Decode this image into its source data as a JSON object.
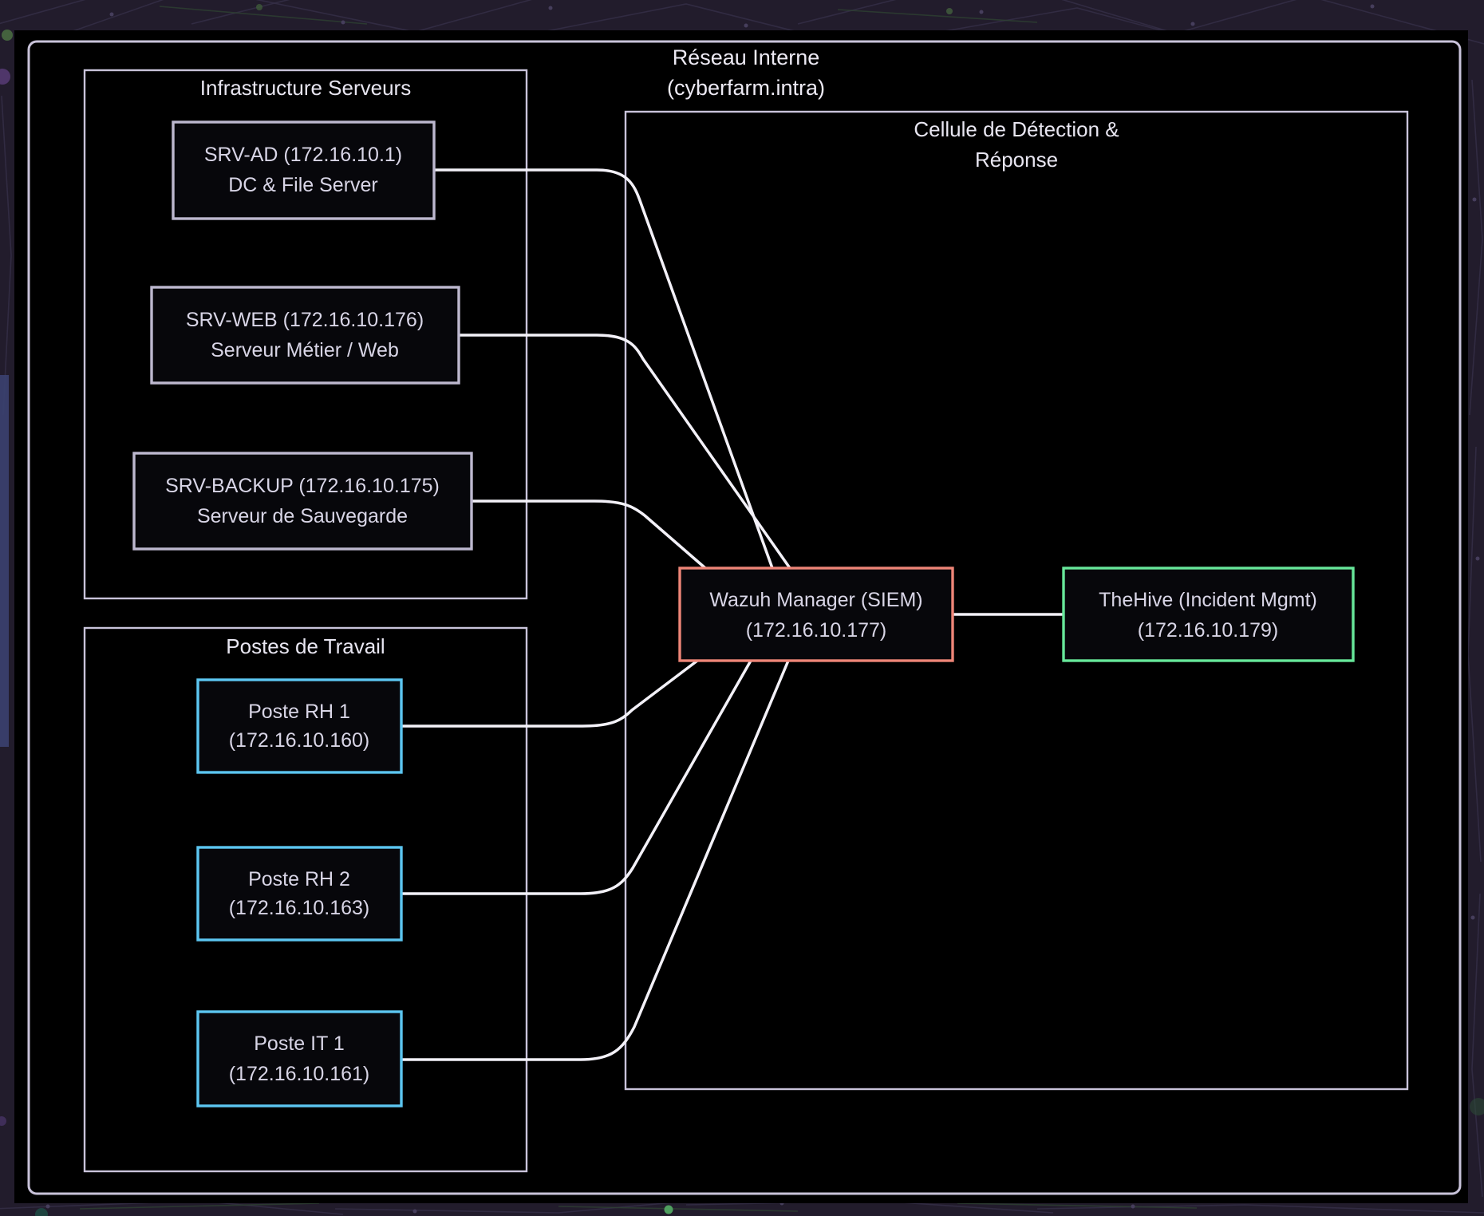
{
  "title": {
    "line1": "Réseau Interne",
    "line2": "(cyberfarm.intra)"
  },
  "groups": {
    "infrastructure": {
      "label": "Infrastructure Serveurs"
    },
    "postes": {
      "label": "Postes de Travail"
    },
    "cellule": {
      "label_line1": "Cellule de Détection &",
      "label_line2": "Réponse"
    }
  },
  "nodes": {
    "srv_ad": {
      "line1": "SRV-AD (172.16.10.1)",
      "line2": "DC & File Server"
    },
    "srv_web": {
      "line1": "SRV-WEB (172.16.10.176)",
      "line2": "Serveur Métier / Web"
    },
    "srv_backup": {
      "line1": "SRV-BACKUP (172.16.10.175)",
      "line2": "Serveur de Sauvegarde"
    },
    "poste_rh1": {
      "line1": "Poste RH 1",
      "line2": "(172.16.10.160)"
    },
    "poste_rh2": {
      "line1": "Poste RH 2",
      "line2": "(172.16.10.163)"
    },
    "poste_it1": {
      "line1": "Poste IT 1",
      "line2": "(172.16.10.161)"
    },
    "wazuh": {
      "line1": "Wazuh Manager (SIEM)",
      "line2": "(172.16.10.177)"
    },
    "thehive": {
      "line1": "TheHive (Incident Mgmt)",
      "line2": "(172.16.10.179)"
    }
  },
  "edges": [
    {
      "from": "SRV-AD (172.16.10.1)",
      "to": "Wazuh Manager (SIEM)"
    },
    {
      "from": "SRV-WEB (172.16.10.176)",
      "to": "Wazuh Manager (SIEM)"
    },
    {
      "from": "SRV-BACKUP (172.16.10.175)",
      "to": "Wazuh Manager (SIEM)"
    },
    {
      "from": "Poste RH 1",
      "to": "Wazuh Manager (SIEM)"
    },
    {
      "from": "Poste RH 2",
      "to": "Wazuh Manager (SIEM)"
    },
    {
      "from": "Poste IT 1",
      "to": "Wazuh Manager (SIEM)"
    },
    {
      "from": "Wazuh Manager (SIEM)",
      "to": "TheHive (Incident Mgmt)"
    }
  ],
  "colors": {
    "wallpaper_background": "#221c2c",
    "canvas_background": "#000000",
    "group_border": "#c9c3da",
    "default_node_border": "#bdb8cf",
    "workstation_node_border": "#5cc6f1",
    "siem_node_border": "#ee8577",
    "incident_node_border": "#67e79a",
    "edge_line": "#f3f1f8",
    "text": "#d8d5e6"
  }
}
